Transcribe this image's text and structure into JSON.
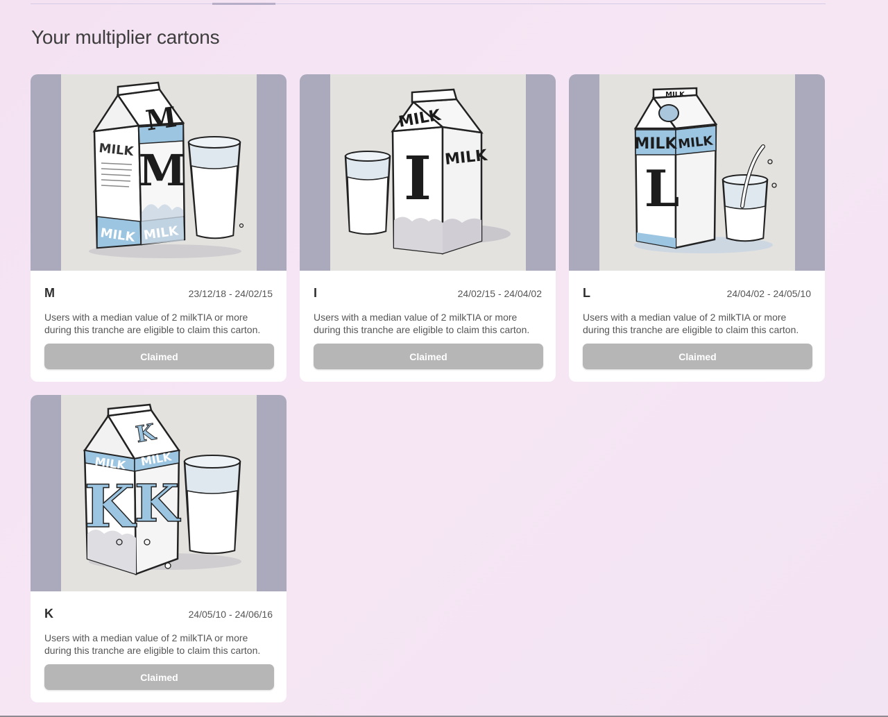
{
  "page": {
    "title": "Your multiplier cartons"
  },
  "cartons": [
    {
      "name": "M",
      "dates": "23/12/18 - 24/02/15",
      "description": "Users with a median value of 2 milkTIA or more during this tranche are eligible to claim this carton.",
      "button_label": "Claimed",
      "art": {
        "front_letter": "M",
        "roof_letter": "M",
        "side_text": "MILK",
        "band_text_1": "MILK",
        "band_text_2": "MILK"
      }
    },
    {
      "name": "I",
      "dates": "24/02/15 - 24/04/02",
      "description": "Users with a median value of 2 milkTIA or more during this tranche are eligible to claim this carton.",
      "button_label": "Claimed",
      "art": {
        "front_letter": "I",
        "roof_text": "MILK",
        "side_text": "MILK"
      }
    },
    {
      "name": "L",
      "dates": "24/04/02 - 24/05/10",
      "description": "Users with a median value of 2 milkTIA or more during this tranche are eligible to claim this carton.",
      "button_label": "Claimed",
      "art": {
        "front_letter": "L",
        "top_text": "MILK",
        "band_text_1": "MILK",
        "band_text_2": "MILK"
      }
    },
    {
      "name": "K",
      "dates": "24/05/10 - 24/06/16",
      "description": "Users with a median value of 2 milkTIA or more during this tranche are eligible to claim this carton.",
      "button_label": "Claimed",
      "art": {
        "front_letter": "K",
        "side_letter": "K",
        "roof_letter": "K",
        "band_text_1": "MILK",
        "band_text_2": "MILK"
      }
    }
  ],
  "colors": {
    "card_media_bg": "#aba9bc",
    "art_bg": "#e4e2df",
    "carton_blue": "#9cc5e2",
    "button_disabled": "#b6b6b6"
  }
}
